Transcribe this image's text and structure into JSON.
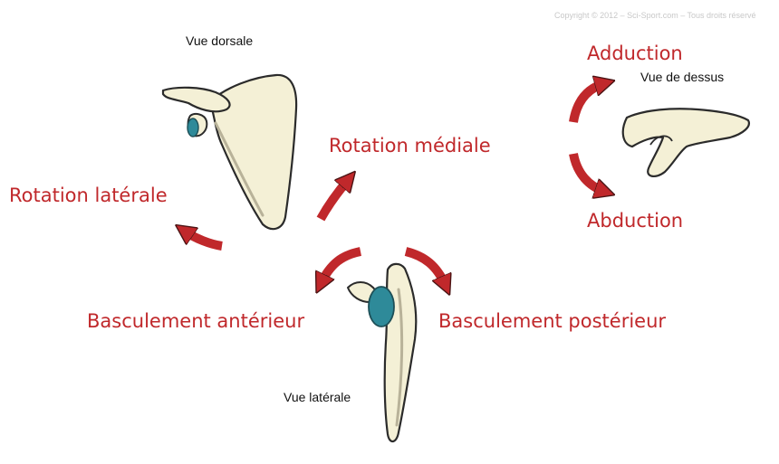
{
  "copyright": "Copyright © 2012 – Sci-Sport.com – Tous droits réservé",
  "views": {
    "dorsal": "Vue dorsale",
    "top": "Vue de dessus",
    "lateral": "Vue latérale"
  },
  "movements": {
    "adduction": "Adduction",
    "abduction": "Abduction",
    "medial_rotation": "Rotation médiale",
    "lateral_rotation": "Rotation latérale",
    "anterior_tilt": "Basculement antérieur",
    "posterior_tilt": "Basculement postérieur"
  },
  "colors": {
    "movement_label": "#c0282b",
    "arrow": "#c0282b",
    "bone_fill": "#f4f0d6",
    "bone_outline": "#2b2b2b",
    "glenoid": "#2e8a99"
  }
}
